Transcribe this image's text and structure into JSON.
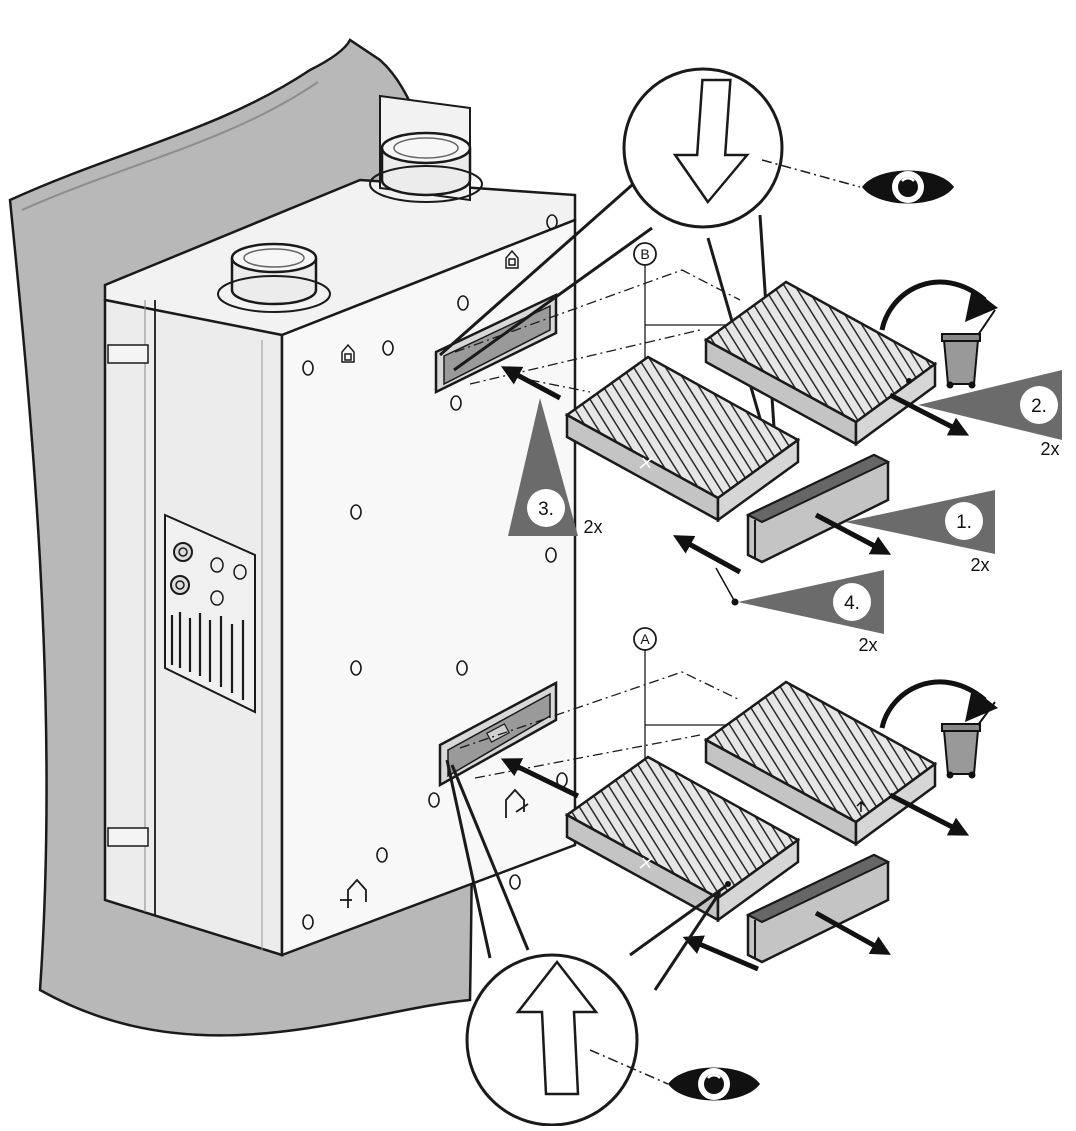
{
  "labels": {
    "callout_b": "B",
    "callout_a": "A"
  },
  "steps": [
    {
      "number": "1.",
      "repeat": "2x"
    },
    {
      "number": "2.",
      "repeat": "2x"
    },
    {
      "number": "3.",
      "repeat": "2x"
    },
    {
      "number": "4.",
      "repeat": "2x"
    }
  ],
  "icons": {
    "inspect": "eye-icon",
    "dispose": "waste-bin-icon",
    "exhaust_air": "house-outlet-icon",
    "supply_air": "house-inlet-icon"
  },
  "colors": {
    "line": "#1a1a1a",
    "wall": "#b8b8b8",
    "wedge": "#6b6b6b",
    "filter_side": "#c4c4c4"
  }
}
